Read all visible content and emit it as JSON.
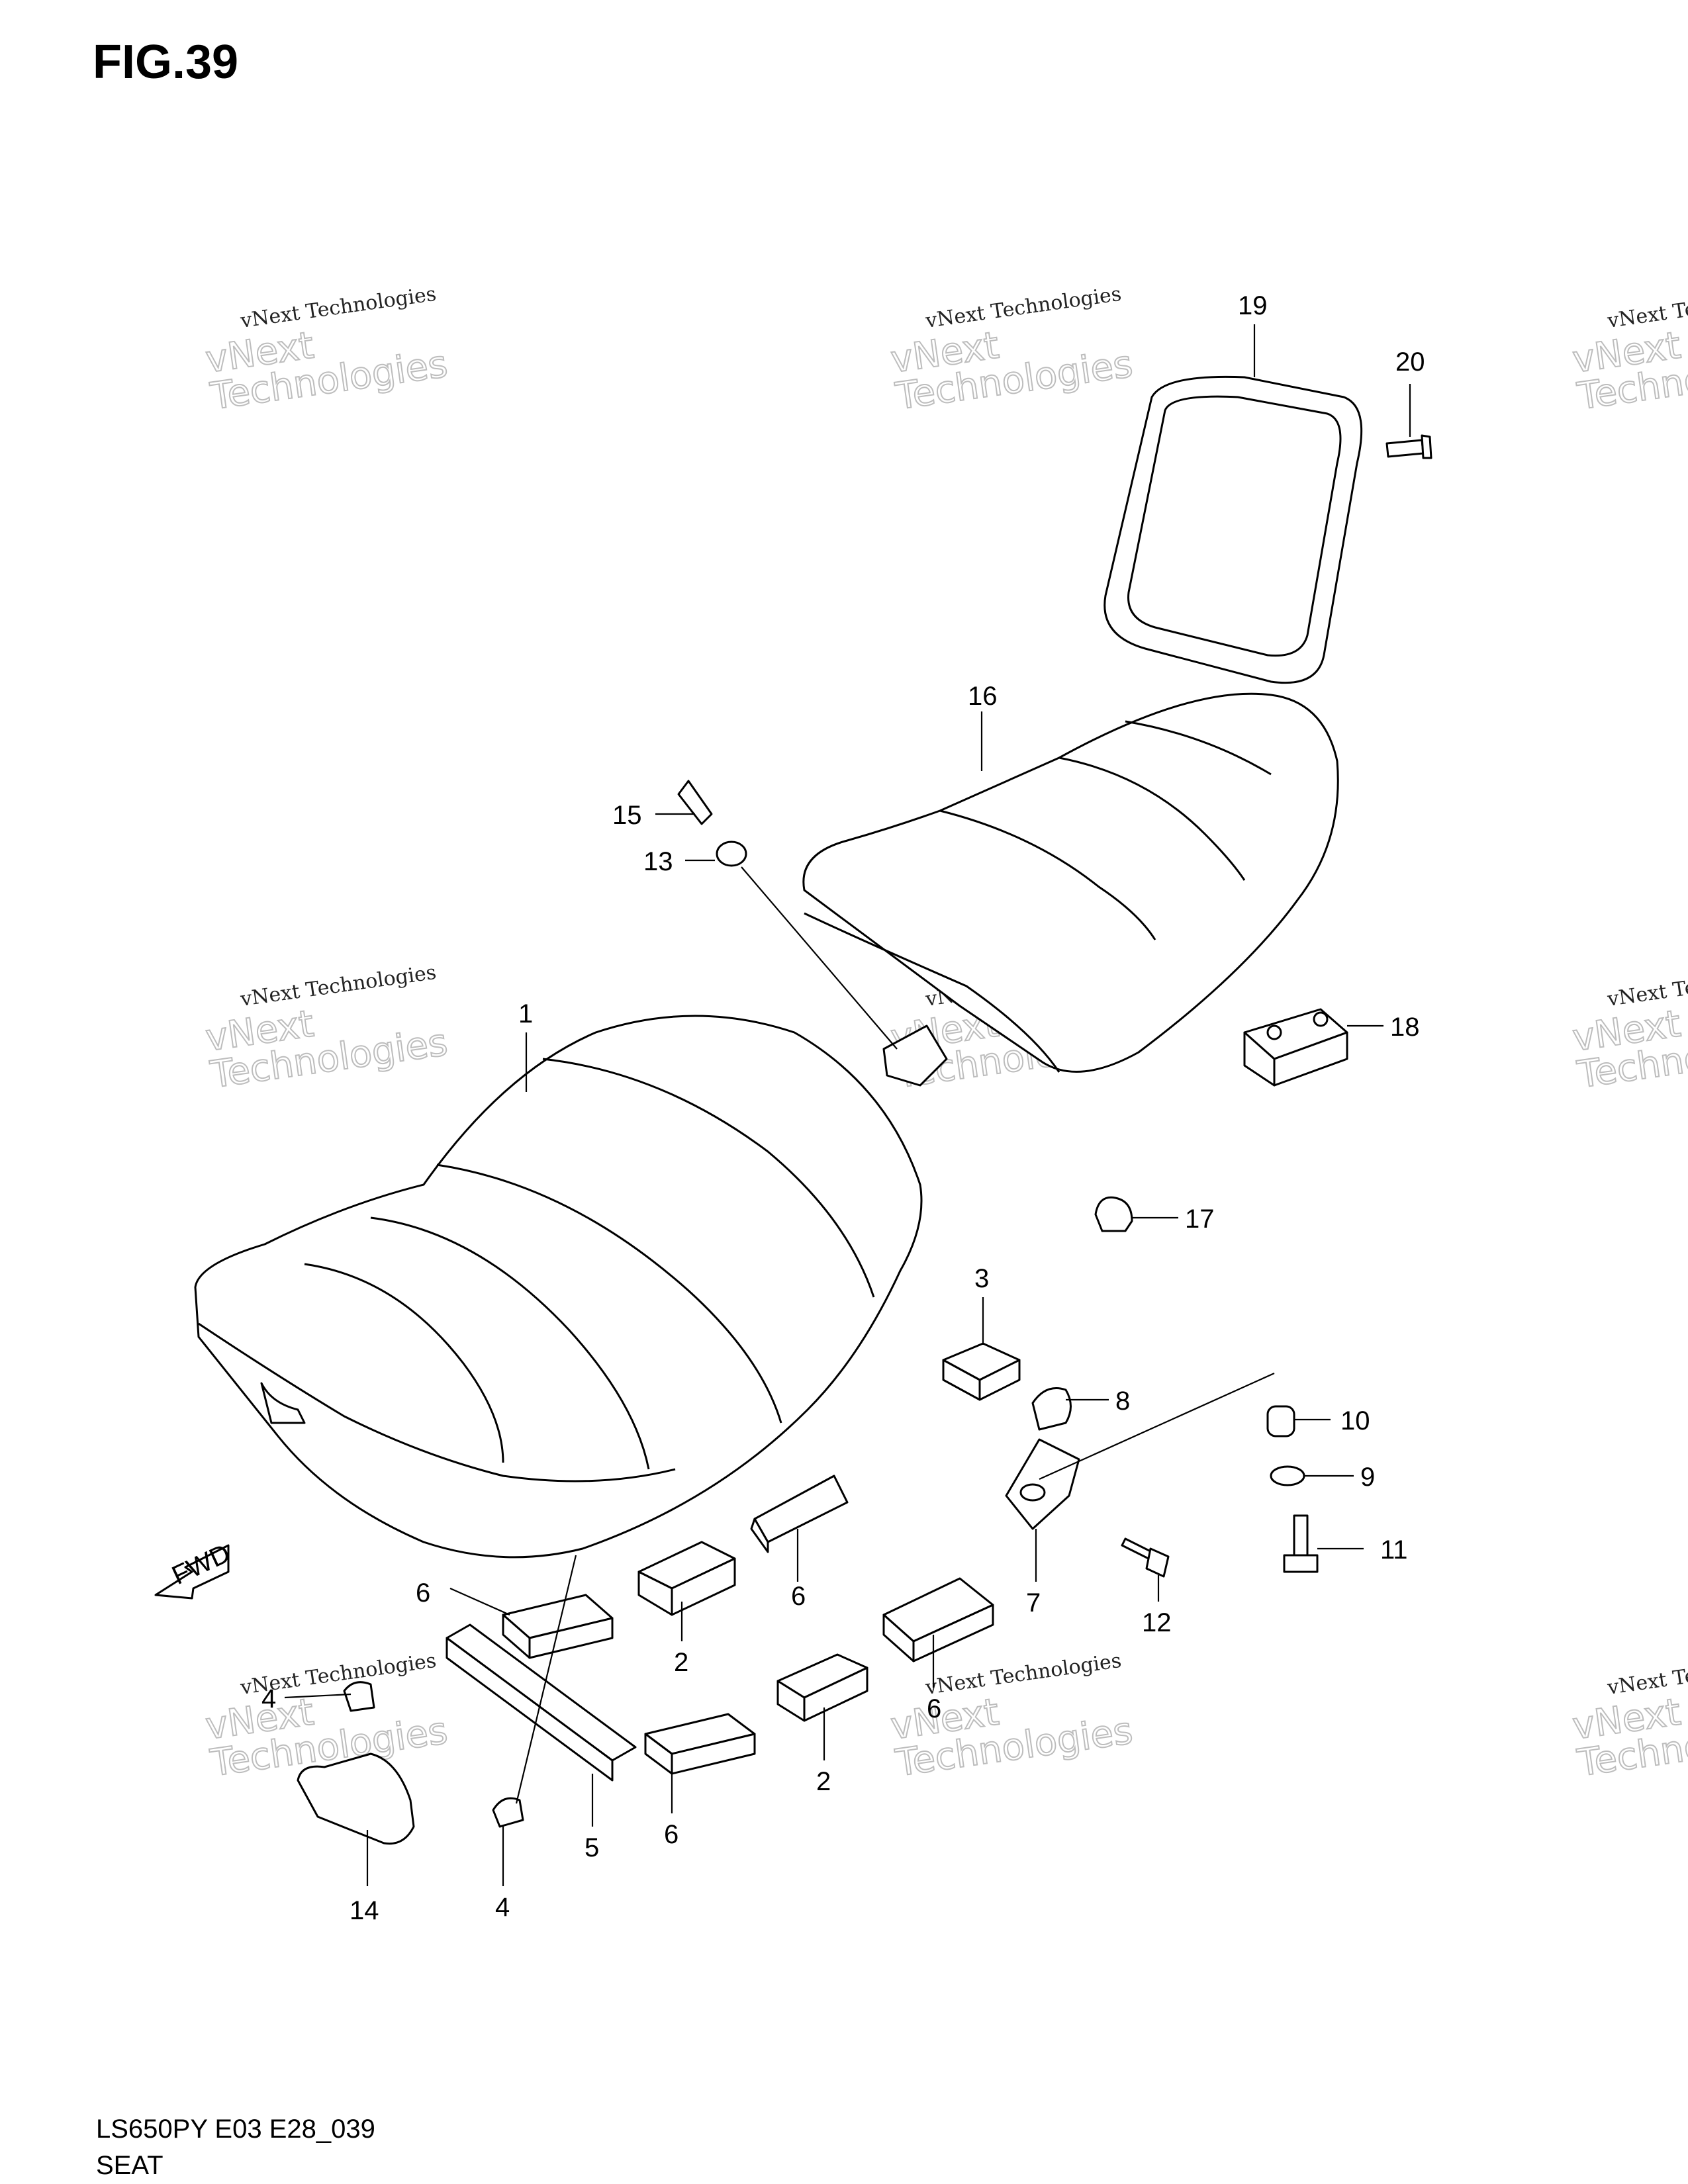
{
  "figure": {
    "title": "FIG.39",
    "model_code": "LS650PY E03 E28_039",
    "section": "SEAT"
  },
  "watermark": {
    "line1": "vNext Technologies",
    "line2": "vNext\nTechnologies"
  },
  "fwd_arrow_label": "FWD",
  "callouts": [
    "1",
    "2",
    "2",
    "3",
    "4",
    "4",
    "5",
    "6",
    "6",
    "6",
    "6",
    "7",
    "8",
    "9",
    "10",
    "11",
    "12",
    "13",
    "14",
    "15",
    "16",
    "17",
    "18",
    "19",
    "20"
  ]
}
